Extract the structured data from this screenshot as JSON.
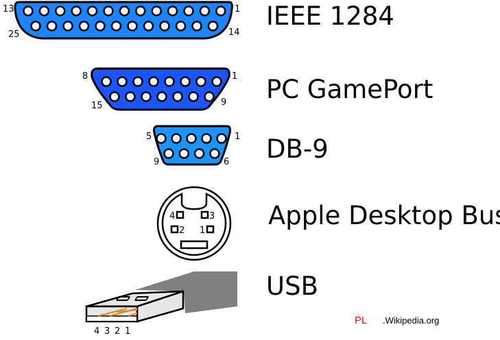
{
  "connectors": [
    {
      "name": "IEEE 1284",
      "color": "#1a85ff",
      "pins": {
        "top_left": "13",
        "top_right": "1",
        "bottom_left": "25",
        "bottom_right": "14"
      }
    },
    {
      "name": "PC GamePort",
      "color": "#1a55ff",
      "pins": {
        "top_left": "8",
        "top_right": "1",
        "bottom_left": "15",
        "bottom_right": "9"
      }
    },
    {
      "name": "DB-9",
      "color": "#1a95ff",
      "pins": {
        "top_left": "5",
        "top_right": "1",
        "bottom_left": "9",
        "bottom_right": "6"
      }
    },
    {
      "name": "Apple Desktop Bus",
      "pins": [
        "4",
        "3",
        "2",
        "1"
      ]
    },
    {
      "name": "USB",
      "pins": [
        "4",
        "3",
        "2",
        "1"
      ]
    }
  ],
  "watermark": {
    "prefix": "PL",
    "suffix": ".Wikipedia.org",
    "prefix_color": "#ff0000"
  }
}
